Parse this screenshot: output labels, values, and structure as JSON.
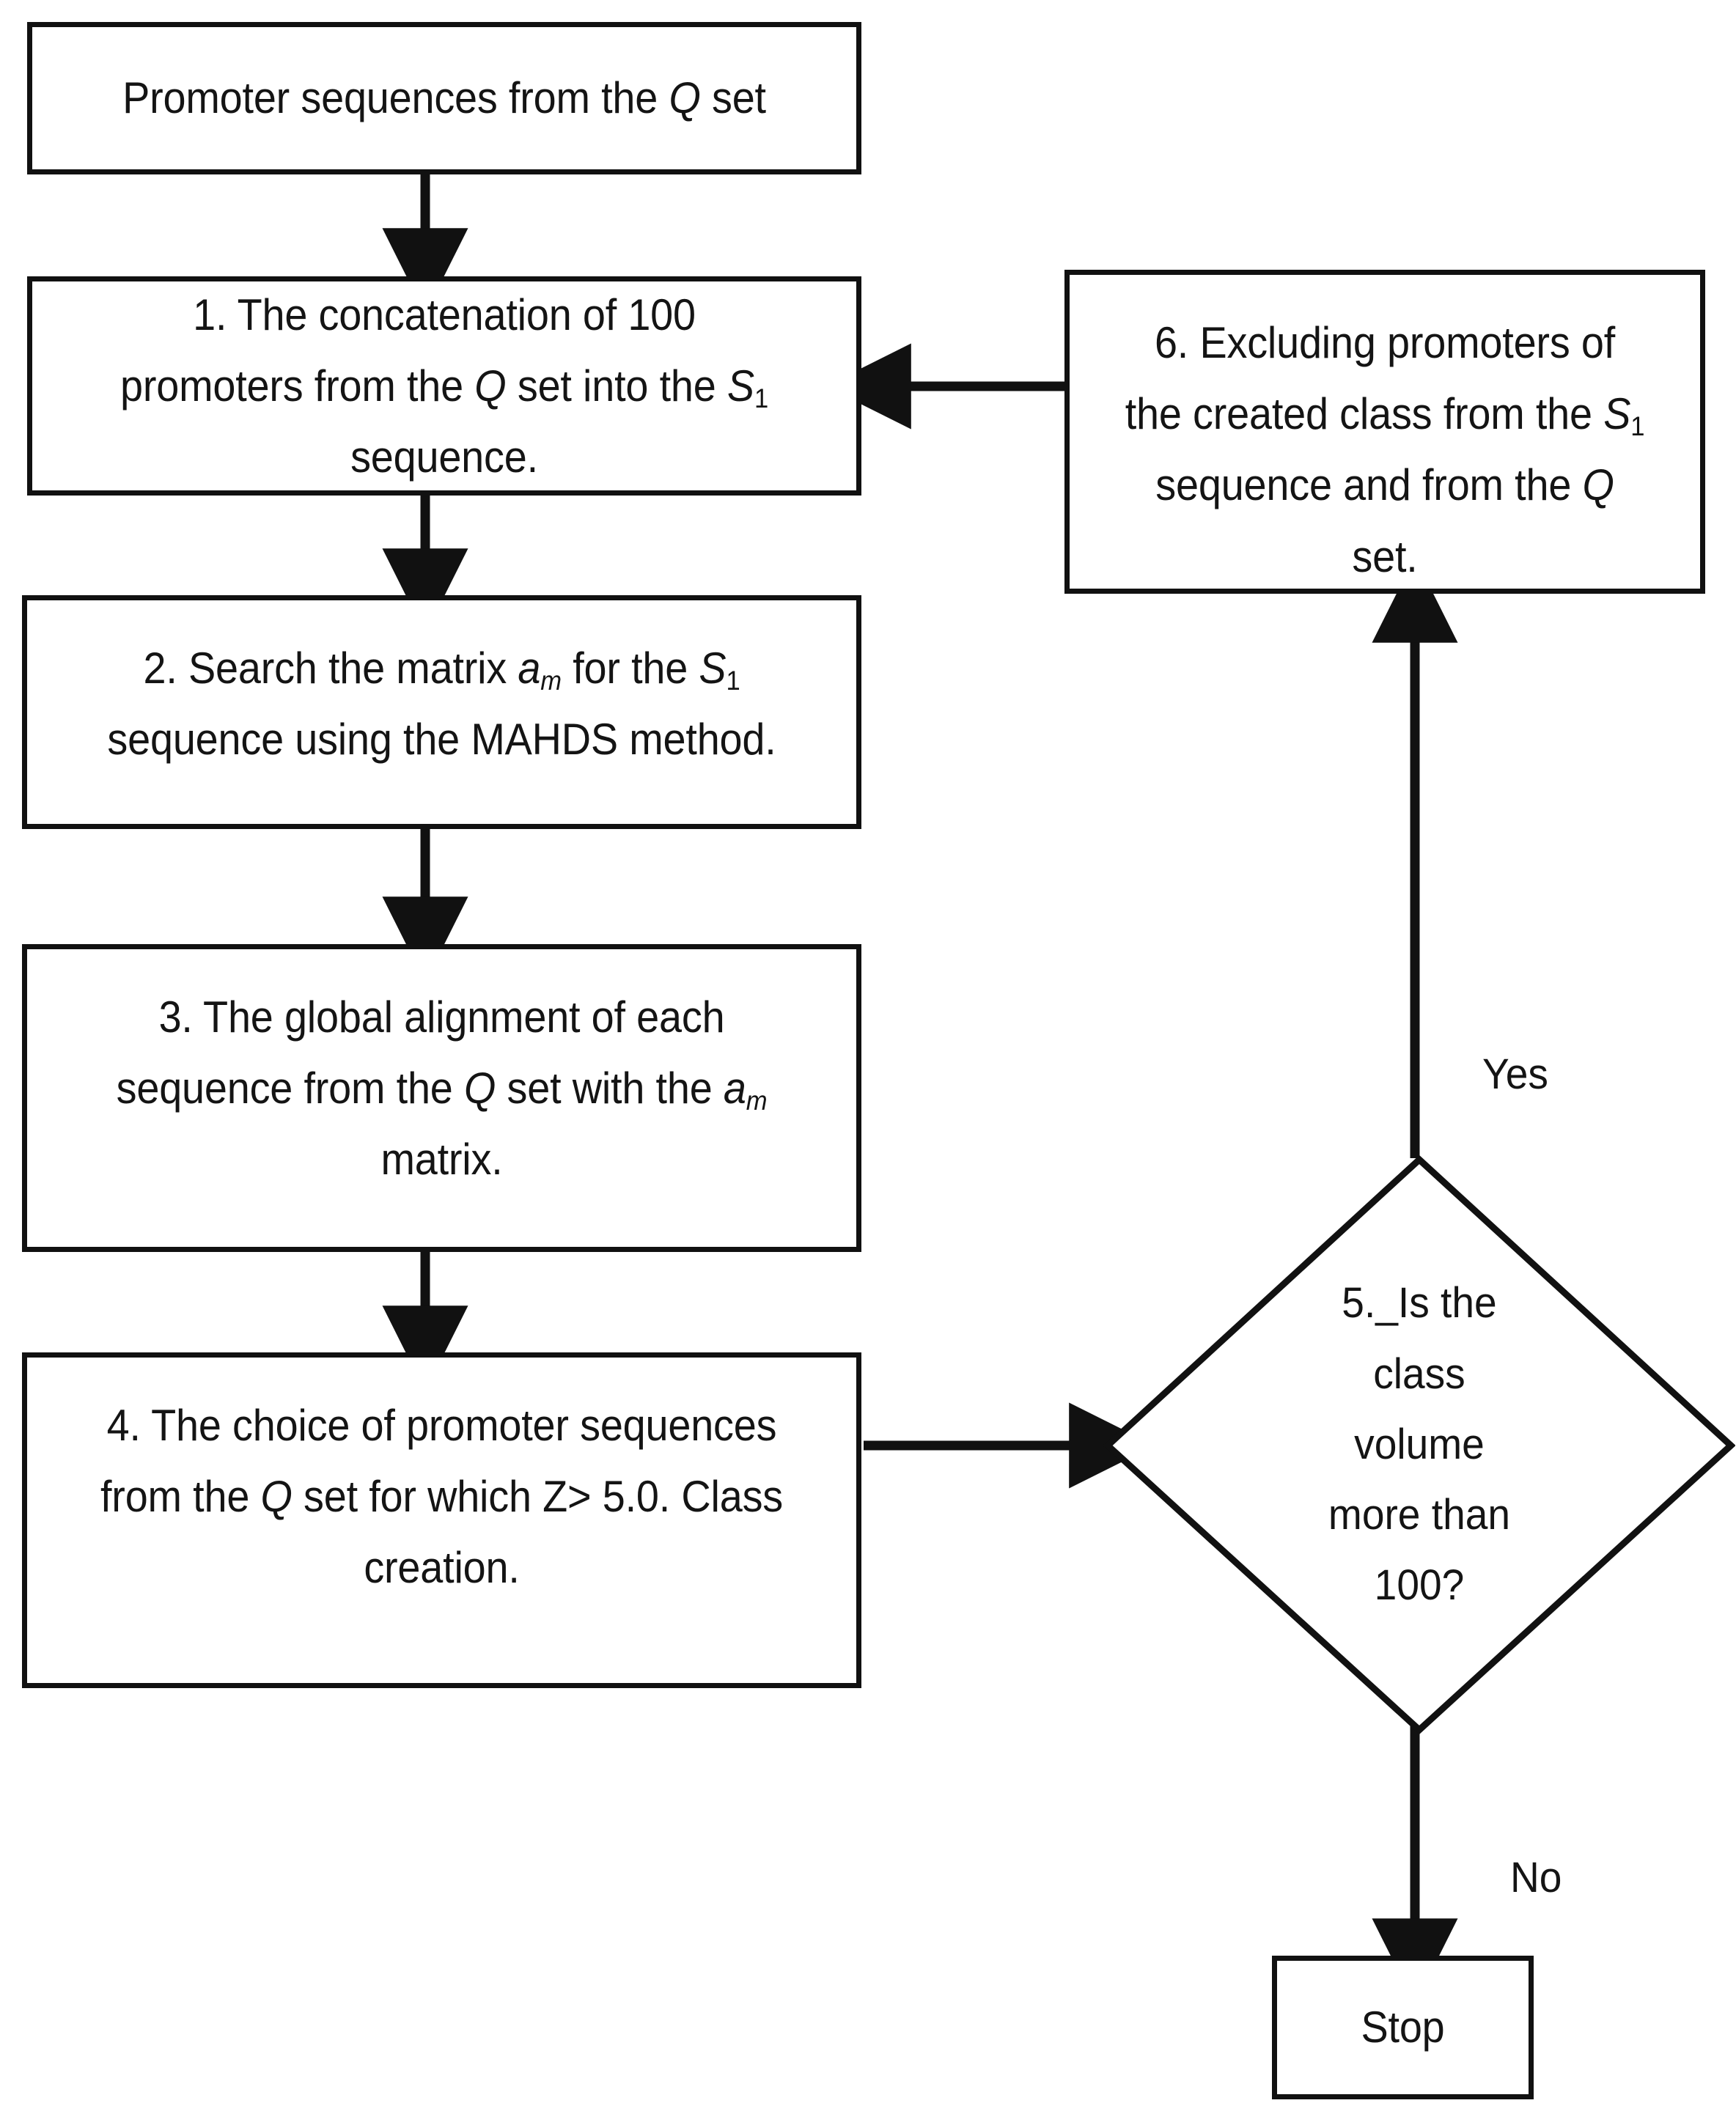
{
  "diagram": {
    "type": "flowchart",
    "title": "MAHDS iterative promoter class construction flowchart",
    "background_color": "#ffffff",
    "line_color": "#111111",
    "text_color": "#141414"
  },
  "nodes": {
    "start": {
      "shape": "rectangle",
      "label_parts": {
        "a": "Promoter sequences from the ",
        "italic": "Q",
        "b": " set"
      },
      "plain_label": "Promoter sequences from the Q set"
    },
    "step1": {
      "shape": "rectangle",
      "number": "1.",
      "line1": "1. The concatenation of 100",
      "line2_a": "promoters from the ",
      "line2_italic": "Q",
      "line2_b": " set into the ",
      "line2_italic2": "S",
      "line2_sub": "1",
      "line3": "sequence.",
      "plain_label": "1. The concatenation of 100 promoters from the Q set into the S1 sequence."
    },
    "step2": {
      "shape": "rectangle",
      "line1_a": "2. Search the matrix ",
      "line1_italic": "a",
      "line1_sub": "m",
      "line1_b": " for the ",
      "line1_italic2": "S",
      "line1_sub2": "1",
      "line2": "sequence using the MAHDS method.",
      "plain_label": "2. Search the matrix am for the S1 sequence using the MAHDS method."
    },
    "step3": {
      "shape": "rectangle",
      "line1": "3. The global alignment of each",
      "line2_a": "sequence from the ",
      "line2_italic": "Q",
      "line2_b": " set with the ",
      "line2_italic2": "a",
      "line2_sub": "m",
      "line3": "matrix.",
      "plain_label": "3. The global alignment of each sequence from the Q set with the am matrix."
    },
    "step4": {
      "shape": "rectangle",
      "line1": "4. The choice of promoter sequences",
      "line2_a": "from the ",
      "line2_italic": "Q",
      "line2_b": " set for which Z> 5.0. Class",
      "line3": "creation.",
      "threshold": "Z> 5.0",
      "plain_label": "4. The choice of promoter sequences from the Q set for which Z> 5.0. Class creation."
    },
    "step5": {
      "shape": "diamond",
      "line1": "5._Is the",
      "line2": "class",
      "line3": "volume",
      "line4": "more than",
      "line5": "100?",
      "volume_threshold": "100",
      "plain_label": "5. Is the class volume more than 100?"
    },
    "step6": {
      "shape": "rectangle",
      "line1": "6. Excluding promoters of",
      "line2_a": "the created class from the ",
      "line2_italic": "S",
      "line2_sub": "1",
      "line3_a": "sequence and from the ",
      "line3_italic": "Q",
      "line4": "set.",
      "plain_label": "6. Excluding promoters of the created class from the S1 sequence and from the Q set."
    },
    "stop": {
      "shape": "rectangle",
      "label": "Stop"
    }
  },
  "edge_labels": {
    "yes": "Yes",
    "no": "No"
  },
  "edges": [
    {
      "from": "start",
      "to": "step1",
      "label": ""
    },
    {
      "from": "step1",
      "to": "step2",
      "label": ""
    },
    {
      "from": "step2",
      "to": "step3",
      "label": ""
    },
    {
      "from": "step3",
      "to": "step4",
      "label": ""
    },
    {
      "from": "step4",
      "to": "step5",
      "label": ""
    },
    {
      "from": "step5",
      "to": "step6",
      "label": "Yes"
    },
    {
      "from": "step6",
      "to": "step1",
      "label": ""
    },
    {
      "from": "step5",
      "to": "stop",
      "label": "No"
    }
  ]
}
